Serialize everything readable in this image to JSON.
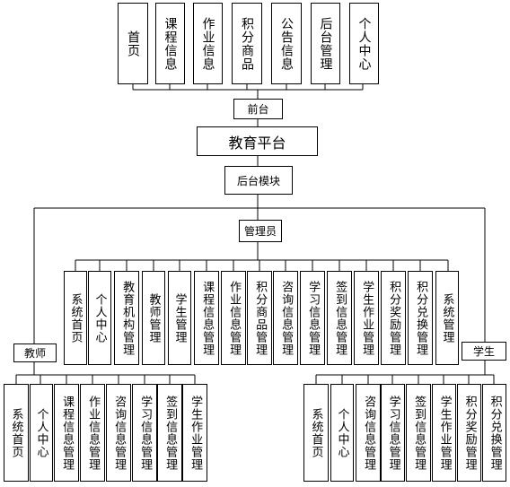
{
  "diagram": {
    "top_nav": [
      "首页",
      "课程信息",
      "作业信息",
      "积分商品",
      "公告信息",
      "后台管理",
      "个人中心"
    ],
    "frontend": "前台",
    "platform": "教育平台",
    "backend": "后台模块",
    "admin": "管理员",
    "admin_modules": [
      "系统首页",
      "个人中心",
      "教育机构管理",
      "教师管理",
      "学生管理",
      "课程信息管理",
      "作业信息管理",
      "积分商品管理",
      "咨询信息管理",
      "学习信息管理",
      "签到信息管理",
      "学生作业管理",
      "积分奖励管理",
      "积分兑换管理",
      "系统管理"
    ],
    "teacher": "教师",
    "teacher_modules": [
      "系统首页",
      "个人中心",
      "课程信息管理",
      "作业信息管理",
      "咨询信息管理",
      "学习信息管理",
      "签到信息管理",
      "学生作业管理"
    ],
    "student": "学生",
    "student_modules": [
      "系统首页",
      "个人中心",
      "咨询信息管理",
      "学习信息管理",
      "签到信息管理",
      "学生作业管理",
      "积分奖励管理",
      "积分兑换管理"
    ]
  }
}
